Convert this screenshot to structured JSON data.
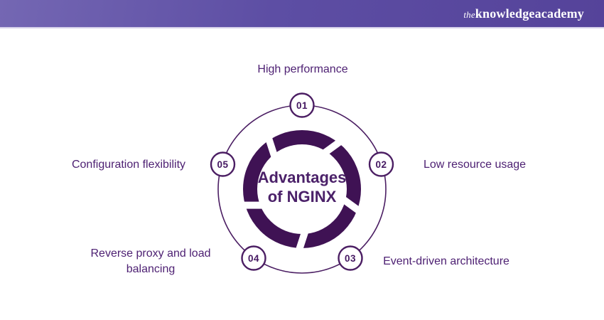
{
  "header": {
    "logo": {
      "prefix": "the",
      "word1": "knowledge",
      "word2": "academy"
    }
  },
  "diagram": {
    "title": {
      "line1": "Advantages",
      "line2": "of NGINX"
    },
    "items": [
      {
        "number": "01",
        "label": "High performance"
      },
      {
        "number": "02",
        "label": "Low resource usage"
      },
      {
        "number": "03",
        "label": "Event-driven architecture"
      },
      {
        "number": "04",
        "label": "Reverse proxy and load balancing"
      },
      {
        "number": "05",
        "label": "Configuration flexibility"
      }
    ],
    "colors": {
      "ring": "#3f1254",
      "circle_outline": "#4b1e63",
      "badge_number": "#441761",
      "label_text": "#4e2173",
      "center_title": "#4b2169",
      "header_gradient_start": "#7467b3",
      "header_gradient_end": "#55439a",
      "logo_text": "#ffffff"
    }
  }
}
